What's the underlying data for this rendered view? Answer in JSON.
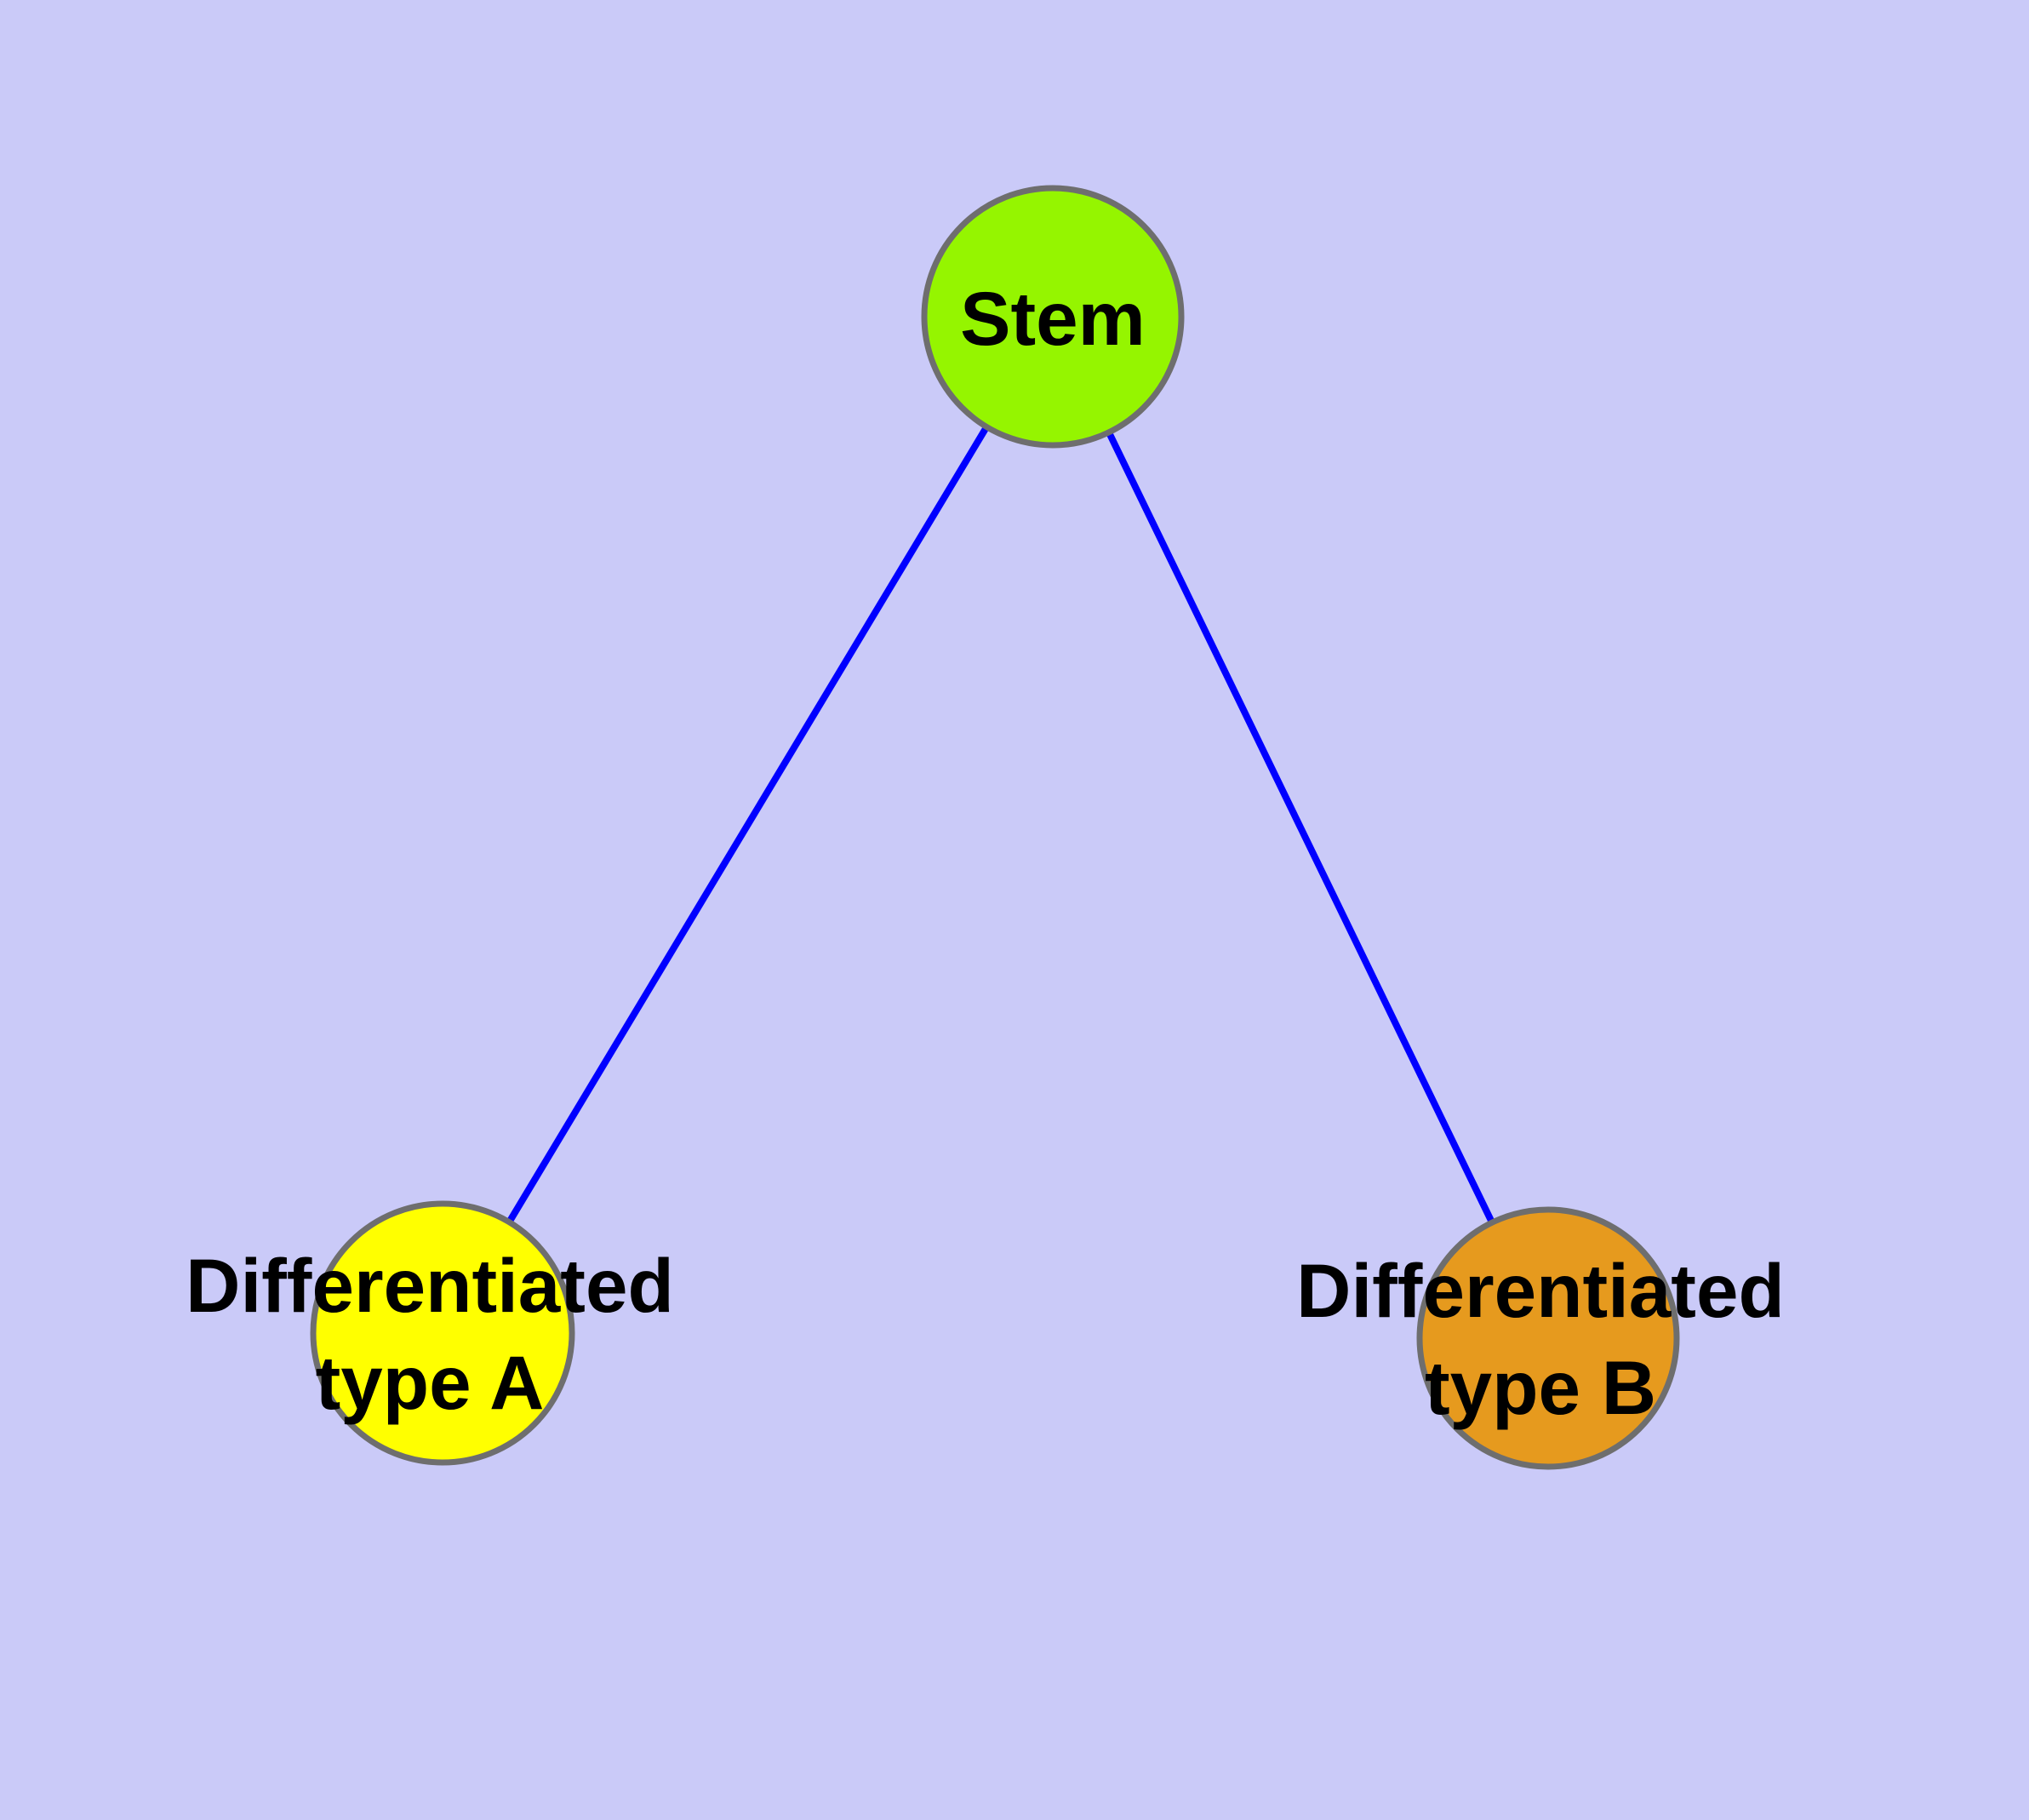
{
  "diagram": {
    "background_color": "#CACAF8",
    "edge_color": "#0000FF",
    "node_border_color": "#6E6E6E",
    "text_color": "#000000",
    "nodes": {
      "stem": {
        "label": "Stem",
        "fill": "#95F500"
      },
      "type_a": {
        "label_line1": "Differentiated",
        "label_line2": "type A",
        "fill": "#FFFF00"
      },
      "type_b": {
        "label_line1": "Differentiated",
        "label_line2": "type B",
        "fill": "#E69A1E"
      }
    },
    "edges": [
      {
        "from": "Stem",
        "to": "Differentiated type A"
      },
      {
        "from": "Stem",
        "to": "Differentiated type B"
      }
    ]
  }
}
